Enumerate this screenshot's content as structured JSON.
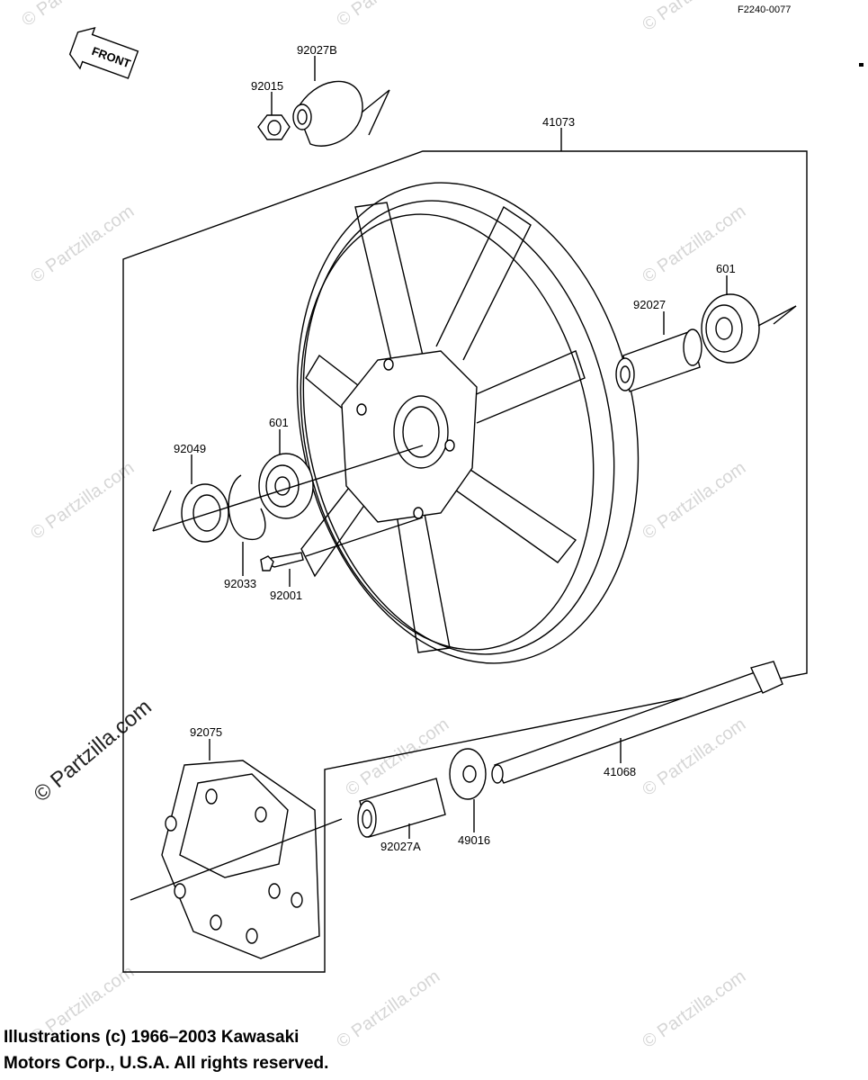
{
  "figure_code": "F2240-0077",
  "front_label": "FRONT",
  "watermark": {
    "text": "© Partzilla.com",
    "main_text": "© Partzilla.com"
  },
  "parts": {
    "p92027B": "92027B",
    "p92015": "92015",
    "p41073": "41073",
    "p601_right": "601",
    "p92027": "92027",
    "p601_left": "601",
    "p92049": "92049",
    "p92033": "92033",
    "p92001": "92001",
    "p92075": "92075",
    "p41068": "41068",
    "p92027A": "92027A",
    "p49016": "49016"
  },
  "copyright": {
    "line1": "Illustrations (c) 1966–2003 Kawasaki",
    "line2": "Motors Corp., U.S.A.  All rights reserved."
  }
}
